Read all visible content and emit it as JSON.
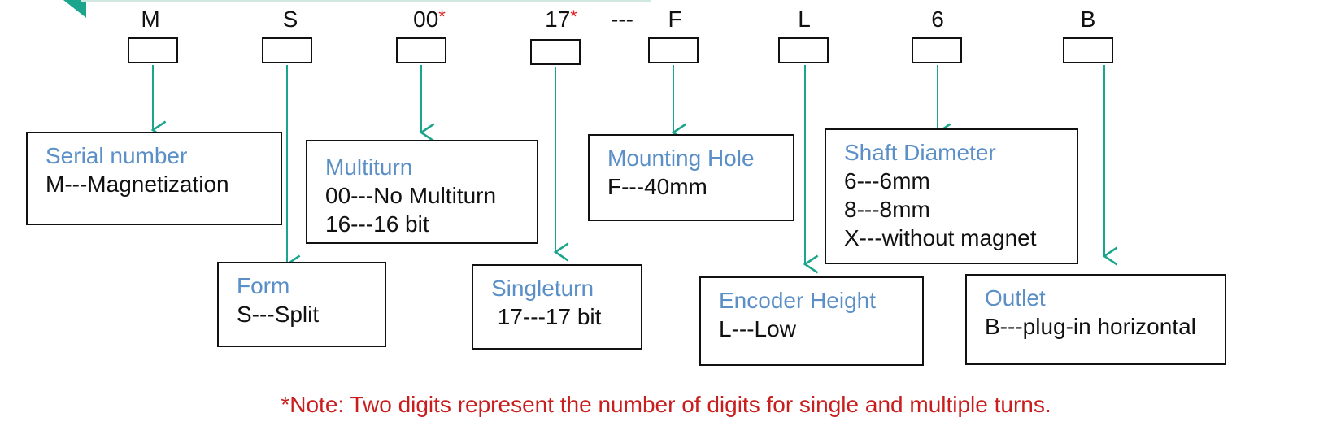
{
  "code": [
    {
      "letter": "M",
      "mark": ""
    },
    {
      "letter": "S",
      "mark": ""
    },
    {
      "letter": "00",
      "mark": "*"
    },
    {
      "letter": "17",
      "mark": "*"
    },
    {
      "letter": "F",
      "mark": ""
    },
    {
      "letter": "L",
      "mark": ""
    },
    {
      "letter": "6",
      "mark": ""
    },
    {
      "letter": "B",
      "mark": ""
    }
  ],
  "separator": "---",
  "boxes": [
    {
      "title": "Serial number",
      "lines": [
        "M---Magnetization"
      ]
    },
    {
      "title": "Form",
      "lines": [
        "S---Split"
      ]
    },
    {
      "title": "Multiturn",
      "lines": [
        "00---No Multiturn",
        "16---16 bit"
      ]
    },
    {
      "title": "Singleturn",
      "lines": [
        " 17---17 bit"
      ]
    },
    {
      "title": "Mounting Hole",
      "lines": [
        "F---40mm"
      ]
    },
    {
      "title": "Encoder Height",
      "lines": [
        "L---Low"
      ]
    },
    {
      "title": "Shaft Diameter",
      "lines": [
        "6---6mm",
        "8---8mm",
        "X---without magnet"
      ]
    },
    {
      "title": "Outlet",
      "lines": [
        "B---plug-in horizontal"
      ]
    }
  ],
  "note": "*Note: Two digits represent the number of digits for single and multiple turns.",
  "colors": {
    "arrow": "#1aa58c",
    "title": "#5b8fc7",
    "note": "#c81e1e",
    "mark": "#e02020"
  }
}
